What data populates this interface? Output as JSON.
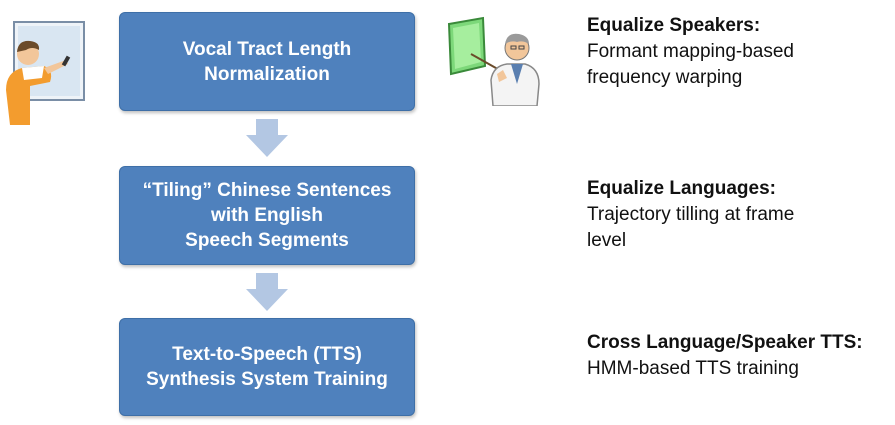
{
  "steps": [
    {
      "label": "Vocal Tract Length\nNormalization"
    },
    {
      "label": "“Tiling” Chinese Sentences\nwith English\nSpeech Segments"
    },
    {
      "label": "Text-to-Speech (TTS)\nSynthesis System Training"
    }
  ],
  "descriptions": [
    {
      "heading": "Equalize Speakers:",
      "text": "Formant mapping-based\nfrequency warping"
    },
    {
      "heading": "Equalize Languages:",
      "text": "Trajectory tilling at frame\nlevel"
    },
    {
      "heading": "Cross Language/Speaker TTS:",
      "text": "HMM-based TTS training"
    }
  ],
  "illustrations": [
    "teacher-at-whiteboard-icon",
    "presenter-with-pointer-icon"
  ],
  "colors": {
    "box_fill": "#4f81bd",
    "arrow_fill": "#b3c7e3",
    "box_text": "#ffffff"
  }
}
